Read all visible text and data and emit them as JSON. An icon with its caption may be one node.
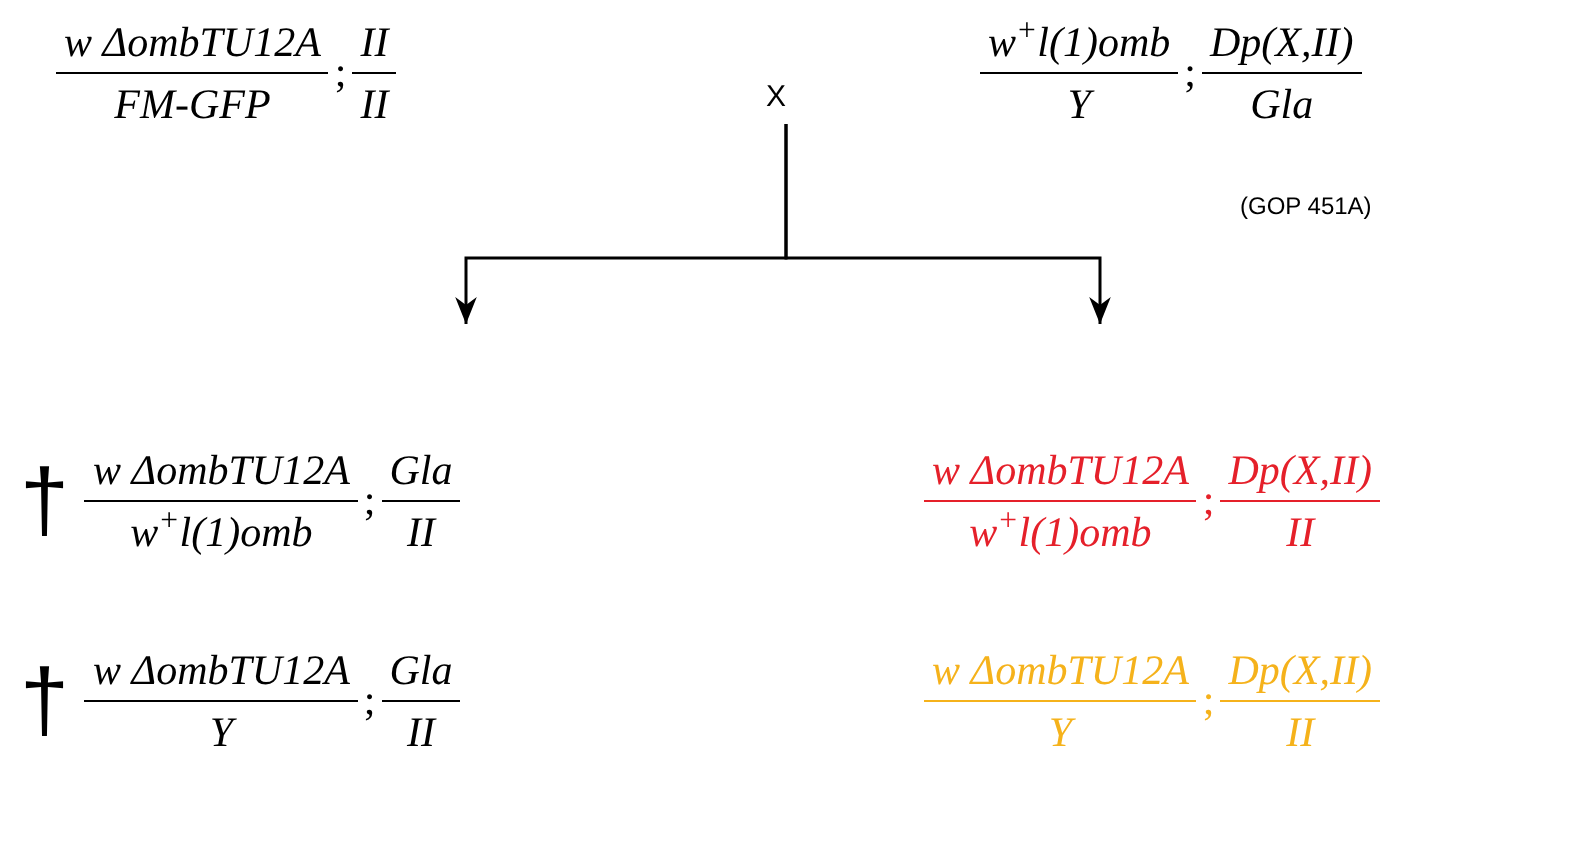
{
  "diagram": {
    "nodes": [
      {
        "text": [
          "w ΔombTU12A",
          "FM-GFP",
          ";",
          "II",
          "II"
        ]
      },
      {
        "text": [
          "X"
        ]
      },
      {
        "text": [
          "w$^{+}$l(1)omb",
          "Y",
          ";",
          "Dp(X,II)",
          "Gla"
        ],
        "beside": [
          "(GOP 451A)"
        ]
      },
      {
        "text": [
          "w ΔombTU12A",
          "w$^{+}$l(1)omb",
          ";",
          "Gla",
          "II"
        ],
        "beside": [
          "†"
        ]
      },
      {
        "text": [
          "w ΔombTU12A",
          "w$^{+}$l(1)omb",
          ";",
          "Dp(X,II)",
          "II"
        ]
      },
      {
        "text": [
          "w ΔombTU12A",
          "Y",
          ";",
          "Gla",
          "II"
        ],
        "beside": [
          "†"
        ]
      },
      {
        "text": [
          "w ΔombTU12A",
          "Y",
          ";",
          "Dp(X,II)",
          "II"
        ]
      }
    ],
    "edges": [
      {
        "from": 1,
        "to": 3,
        "arrow": "to"
      },
      {
        "from": 1,
        "to": 4,
        "arrow": "to"
      }
    ]
  }
}
